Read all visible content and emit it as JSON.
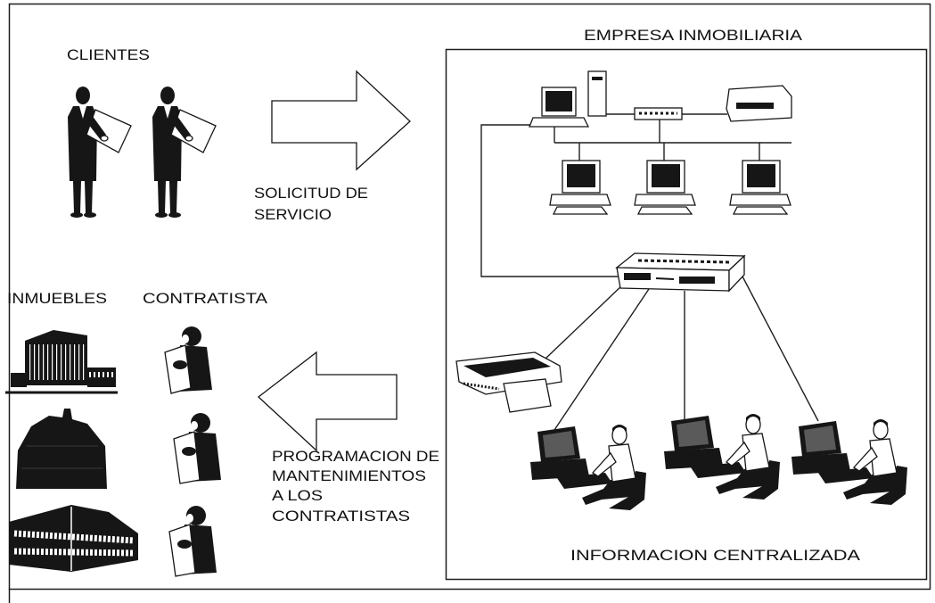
{
  "company": {
    "title": "EMPRESA INMOBILIARIA"
  },
  "clients": {
    "label": "CLIENTES"
  },
  "request": {
    "lines": [
      "SOLICITUD DE",
      "SERVICIO"
    ]
  },
  "properties": {
    "label": "INMUEBLES"
  },
  "contractor": {
    "label": "CONTRATISTA"
  },
  "maintenance": {
    "lines": [
      "PROGRAMACION DE",
      "MANTENIMIENTOS",
      "A LOS",
      "CONTRATISTAS"
    ]
  },
  "footer": {
    "label": "INFORMACION CENTRALIZADA"
  },
  "colors": {
    "ink": "#161616",
    "paper": "#ffffff"
  }
}
